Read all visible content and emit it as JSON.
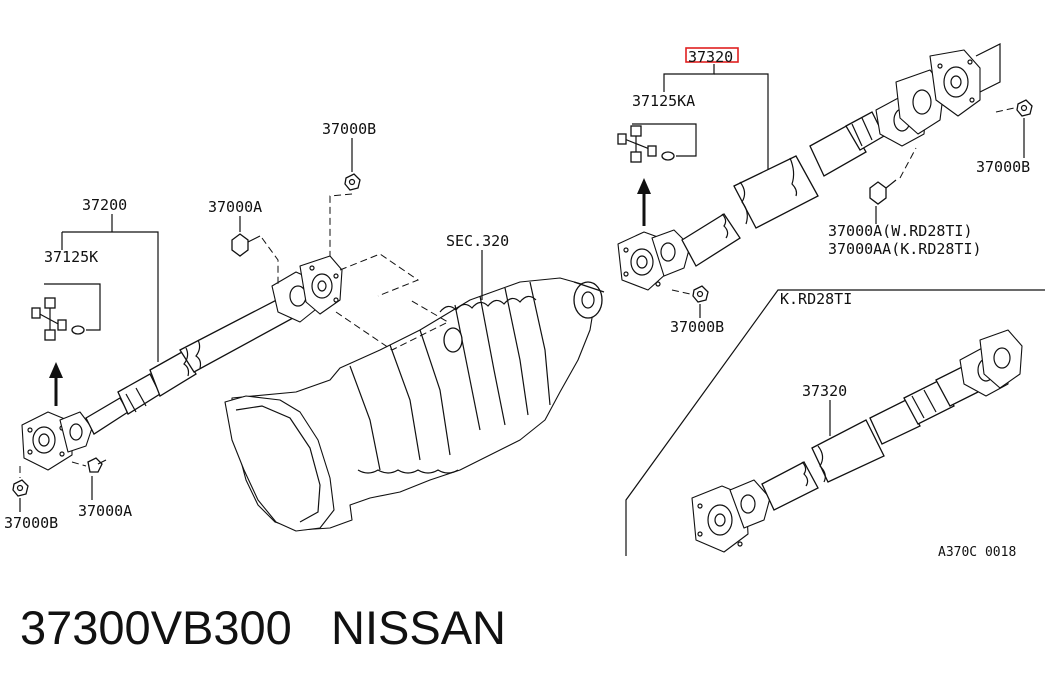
{
  "diagram": {
    "labels": {
      "part_37320_top": "37320",
      "part_37125KA": "37125KA",
      "part_37000B_right": "37000B",
      "part_37000A_wrd28ti": "37000A(W.RD28TI)",
      "part_37000AA_krd28ti": "37000AA(K.RD28TI)",
      "part_37000B_center": "37000B",
      "part_37000B_upper": "37000B",
      "part_37000A_upper": "37000A",
      "part_37200": "37200",
      "part_37125K": "37125K",
      "sec_320": "SEC.320",
      "part_37000B_left": "37000B",
      "part_37000A_lower": "37000A",
      "variant_krd28ti": "K.RD28TI",
      "part_37320_inset": "37320",
      "diagram_code": "A370C 0018"
    },
    "highlight_color": "#e02020"
  },
  "caption": {
    "part_number": "37300VB300",
    "brand": "NISSAN"
  }
}
